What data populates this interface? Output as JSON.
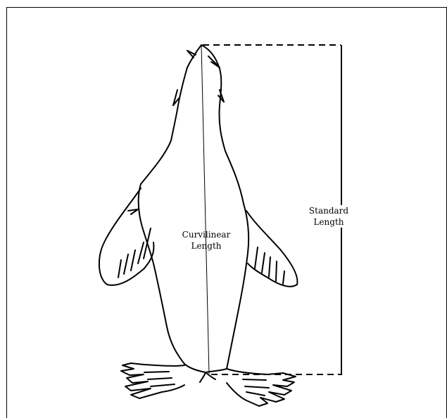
{
  "labels": {
    "curvilinear_line1": "Curvilinear",
    "curvilinear_line2": "Length",
    "standard_line1": "Standard",
    "standard_line2": "Length"
  },
  "colors": {
    "ink": "#000000",
    "background": "#ffffff"
  }
}
